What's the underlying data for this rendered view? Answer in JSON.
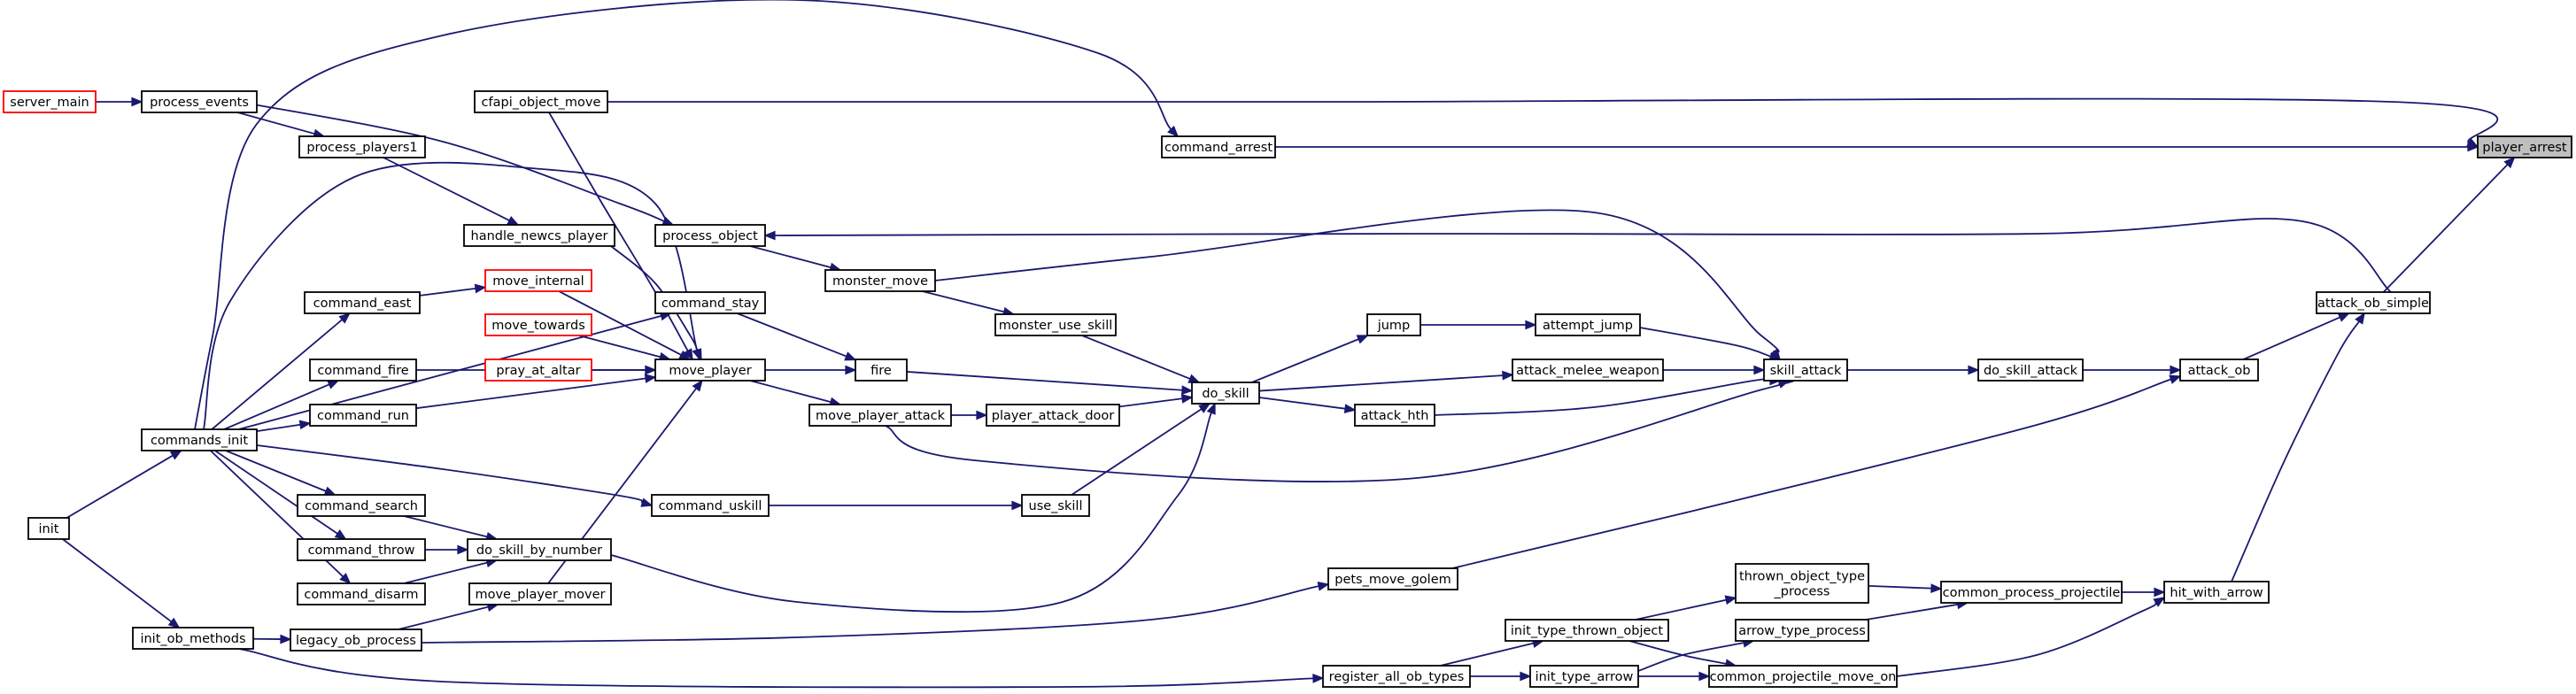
{
  "graph": {
    "root": "player_arrest",
    "nodes": {
      "server_main": {
        "label": "server_main",
        "style": "red"
      },
      "process_events": {
        "label": "process_events"
      },
      "cfapi_object_move": {
        "label": "cfapi_object_move"
      },
      "process_players1": {
        "label": "process_players1"
      },
      "handle_newcs_player": {
        "label": "handle_newcs_player"
      },
      "process_object": {
        "label": "process_object"
      },
      "command_east": {
        "label": "command_east"
      },
      "move_internal": {
        "label": "move_internal",
        "style": "red"
      },
      "command_stay": {
        "label": "command_stay"
      },
      "monster_move": {
        "label": "monster_move"
      },
      "move_towards": {
        "label": "move_towards",
        "style": "red"
      },
      "monster_use_skill": {
        "label": "monster_use_skill"
      },
      "jump": {
        "label": "jump"
      },
      "attempt_jump": {
        "label": "attempt_jump"
      },
      "command_fire": {
        "label": "command_fire"
      },
      "pray_at_altar": {
        "label": "pray_at_altar",
        "style": "red"
      },
      "move_player": {
        "label": "move_player"
      },
      "fire": {
        "label": "fire"
      },
      "attack_melee_weapon": {
        "label": "attack_melee_weapon"
      },
      "skill_attack": {
        "label": "skill_attack"
      },
      "do_skill_attack": {
        "label": "do_skill_attack"
      },
      "attack_ob": {
        "label": "attack_ob"
      },
      "command_run": {
        "label": "command_run"
      },
      "commands_init": {
        "label": "commands_init"
      },
      "do_skill": {
        "label": "do_skill"
      },
      "move_player_attack": {
        "label": "move_player_attack"
      },
      "player_attack_door": {
        "label": "player_attack_door"
      },
      "attack_hth": {
        "label": "attack_hth"
      },
      "command_search": {
        "label": "command_search"
      },
      "command_uskill": {
        "label": "command_uskill"
      },
      "use_skill": {
        "label": "use_skill"
      },
      "init": {
        "label": "init"
      },
      "command_throw": {
        "label": "command_throw"
      },
      "do_skill_by_number": {
        "label": "do_skill_by_number"
      },
      "command_disarm": {
        "label": "command_disarm"
      },
      "move_player_mover": {
        "label": "move_player_mover"
      },
      "pets_move_golem": {
        "label": "pets_move_golem"
      },
      "thrown_object_type_process": {
        "label": "thrown_object_type\n_process"
      },
      "common_process_projectile": {
        "label": "common_process_projectile"
      },
      "hit_with_arrow": {
        "label": "hit_with_arrow"
      },
      "init_ob_methods": {
        "label": "init_ob_methods"
      },
      "legacy_ob_process": {
        "label": "legacy_ob_process"
      },
      "init_type_thrown_object": {
        "label": "init_type_thrown_object"
      },
      "arrow_type_process": {
        "label": "arrow_type_process"
      },
      "register_all_ob_types": {
        "label": "register_all_ob_types"
      },
      "init_type_arrow": {
        "label": "init_type_arrow"
      },
      "common_projectile_move_on": {
        "label": "common_projectile_move_on"
      },
      "command_arrest": {
        "label": "command_arrest"
      },
      "attack_ob_simple": {
        "label": "attack_ob_simple"
      },
      "player_arrest": {
        "label": "player_arrest",
        "style": "root"
      }
    },
    "edges": [
      [
        "server_main",
        "process_events"
      ],
      [
        "process_events",
        "process_players1"
      ],
      [
        "process_events",
        "process_object"
      ],
      [
        "process_players1",
        "handle_newcs_player"
      ],
      [
        "handle_newcs_player",
        "move_player"
      ],
      [
        "cfapi_object_move",
        "player_arrest"
      ],
      [
        "cfapi_object_move",
        "move_player"
      ],
      [
        "command_arrest",
        "player_arrest"
      ],
      [
        "commands_init",
        "command_arrest"
      ],
      [
        "process_object",
        "monster_move"
      ],
      [
        "commands_init",
        "command_stay"
      ],
      [
        "commands_init",
        "command_east"
      ],
      [
        "commands_init",
        "command_fire"
      ],
      [
        "commands_init",
        "command_run"
      ],
      [
        "commands_init",
        "command_search"
      ],
      [
        "commands_init",
        "command_throw"
      ],
      [
        "commands_init",
        "command_disarm"
      ],
      [
        "commands_init",
        "command_uskill"
      ],
      [
        "commands_init",
        "move_player"
      ],
      [
        "command_east",
        "move_internal"
      ],
      [
        "move_internal",
        "move_player"
      ],
      [
        "move_towards",
        "move_player"
      ],
      [
        "pray_at_altar",
        "move_player"
      ],
      [
        "command_fire",
        "move_player"
      ],
      [
        "command_run",
        "move_player"
      ],
      [
        "command_stay",
        "fire"
      ],
      [
        "move_player",
        "fire"
      ],
      [
        "move_player",
        "move_player_attack"
      ],
      [
        "move_player_mover",
        "move_player"
      ],
      [
        "fire",
        "do_skill"
      ],
      [
        "move_player_attack",
        "player_attack_door"
      ],
      [
        "player_attack_door",
        "do_skill"
      ],
      [
        "monster_move",
        "monster_use_skill"
      ],
      [
        "monster_use_skill",
        "do_skill"
      ],
      [
        "use_skill",
        "do_skill"
      ],
      [
        "do_skill_by_number",
        "do_skill"
      ],
      [
        "command_uskill",
        "use_skill"
      ],
      [
        "command_search",
        "do_skill_by_number"
      ],
      [
        "command_throw",
        "do_skill_by_number"
      ],
      [
        "command_disarm",
        "do_skill_by_number"
      ],
      [
        "do_skill",
        "jump"
      ],
      [
        "do_skill",
        "attack_melee_weapon"
      ],
      [
        "do_skill",
        "attack_hth"
      ],
      [
        "jump",
        "attempt_jump"
      ],
      [
        "attempt_jump",
        "skill_attack"
      ],
      [
        "attack_melee_weapon",
        "skill_attack"
      ],
      [
        "attack_hth",
        "skill_attack"
      ],
      [
        "monster_move",
        "skill_attack"
      ],
      [
        "move_player_attack",
        "skill_attack"
      ],
      [
        "skill_attack",
        "do_skill_attack"
      ],
      [
        "do_skill_attack",
        "attack_ob"
      ],
      [
        "pets_move_golem",
        "attack_ob"
      ],
      [
        "attack_ob",
        "attack_ob_simple"
      ],
      [
        "attack_ob_simple",
        "player_arrest"
      ],
      [
        "attack_ob_simple",
        "process_object"
      ],
      [
        "hit_with_arrow",
        "attack_ob_simple"
      ],
      [
        "init",
        "commands_init"
      ],
      [
        "init",
        "init_ob_methods"
      ],
      [
        "init_ob_methods",
        "legacy_ob_process"
      ],
      [
        "init_ob_methods",
        "register_all_ob_types"
      ],
      [
        "legacy_ob_process",
        "move_player_mover"
      ],
      [
        "legacy_ob_process",
        "pets_move_golem"
      ],
      [
        "register_all_ob_types",
        "init_type_thrown_object"
      ],
      [
        "register_all_ob_types",
        "init_type_arrow"
      ],
      [
        "init_type_thrown_object",
        "thrown_object_type_process"
      ],
      [
        "init_type_thrown_object",
        "common_projectile_move_on"
      ],
      [
        "init_type_arrow",
        "arrow_type_process"
      ],
      [
        "init_type_arrow",
        "common_projectile_move_on"
      ],
      [
        "thrown_object_type_process",
        "common_process_projectile"
      ],
      [
        "arrow_type_process",
        "common_process_projectile"
      ],
      [
        "common_process_projectile",
        "hit_with_arrow"
      ],
      [
        "common_projectile_move_on",
        "hit_with_arrow"
      ]
    ],
    "colors": {
      "edge": "#191970",
      "node_border": "#000000",
      "truncated_node_border": "#ff0000",
      "root_fill": "#bfbfbf",
      "node_fill": "#ffffff"
    }
  }
}
